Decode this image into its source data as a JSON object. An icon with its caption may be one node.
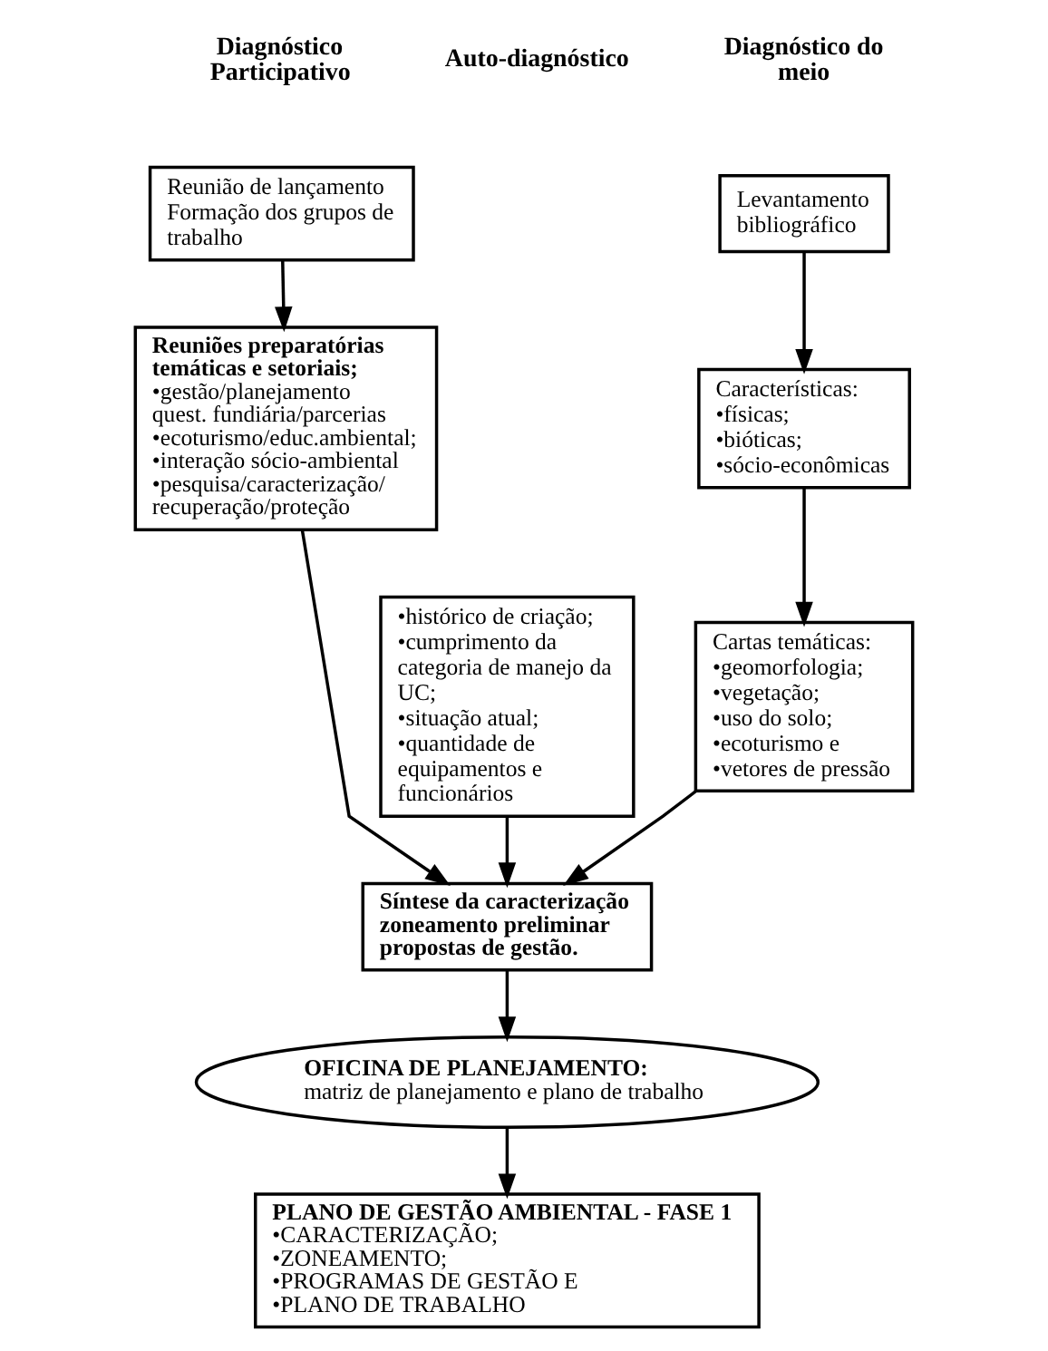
{
  "diagram": {
    "nodes": [
      {
        "text": [
          "Reunião de lançamento",
          "Formação dos grupos de trabalho"
        ]
      },
      {
        "text": [
          "Reuniões preparatórias temáticas e setoriais;",
          "•gestão/planejamento",
          "quest. fundiária/parcerias",
          "•ecoturismo/educ.ambiental;",
          "•interação sócio-ambiental",
          "•pesquisa/caracterização/ recuperação/proteção"
        ]
      },
      {
        "text": [
          "•histórico de criação;",
          "•cumprimento da categoria de manejo da UC;",
          "•situação atual;",
          "•quantidade de equipamentos e funcionários"
        ]
      },
      {
        "text": [
          "Levantamento bibliográfico"
        ]
      },
      {
        "text": [
          "Características:",
          "•físicas;",
          "•bióticas;",
          "•sócio-econômicas"
        ]
      },
      {
        "text": [
          "Cartas temáticas:",
          "•geomorfologia;",
          "•vegetação;",
          "•uso do solo;",
          "•ecoturismo e",
          "•vetores de pressão"
        ]
      },
      {
        "text": [
          "Síntese da caracterização",
          "zoneamento preliminar",
          "propostas de gestão."
        ]
      },
      {
        "text": [
          "OFICINA DE PLANEJAMENTO:",
          "matriz de planejamento e plano de trabalho"
        ]
      },
      {
        "text": [
          "PLANO DE GESTÃO AMBIENTAL - FASE 1",
          "•CARACTERIZAÇÃO;",
          "•ZONEAMENTO;",
          "•PROGRAMAS DE GESTÃO E",
          "•PLANO DE TRABALHO"
        ]
      }
    ],
    "edges": [
      {
        "from": 0,
        "to": 1,
        "arrow": "to"
      },
      {
        "from": 3,
        "to": 4,
        "arrow": "to"
      },
      {
        "from": 4,
        "to": 5,
        "arrow": "to"
      },
      {
        "from": 1,
        "to": 6,
        "arrow": "to"
      },
      {
        "from": 2,
        "to": 6,
        "arrow": "to"
      },
      {
        "from": 5,
        "to": 6,
        "arrow": "to"
      },
      {
        "from": 6,
        "to": 7,
        "arrow": "to"
      },
      {
        "from": 7,
        "to": 8,
        "arrow": "to"
      }
    ],
    "labels": [
      "Diagnóstico Participativo",
      "Auto-diagnóstico",
      "Diagnóstico do meio"
    ]
  }
}
